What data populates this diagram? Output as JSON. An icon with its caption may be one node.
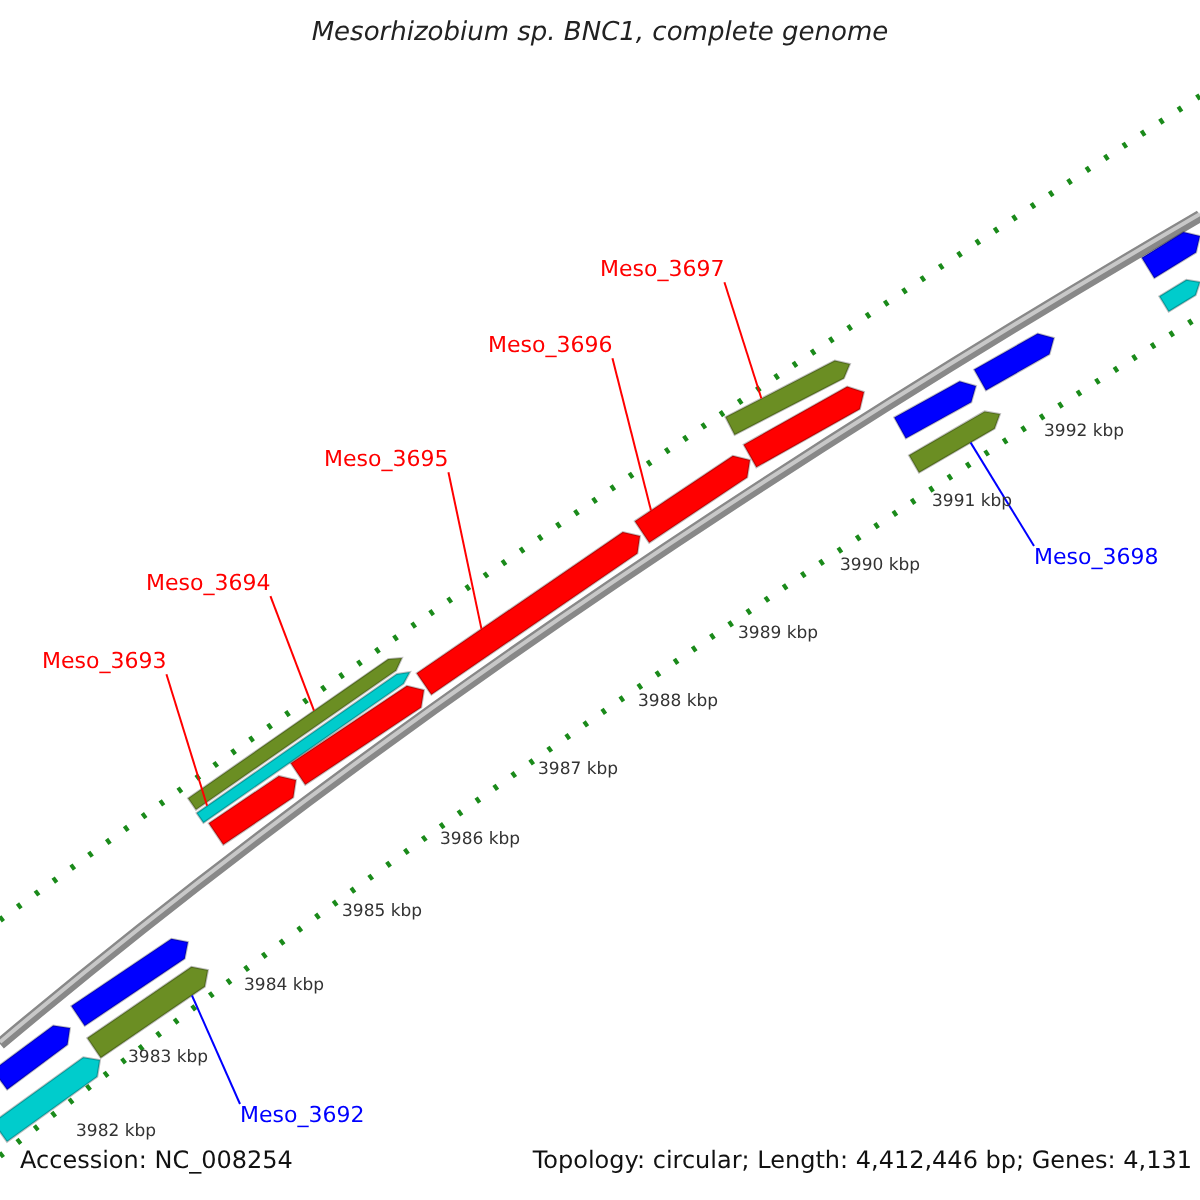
{
  "diagram": {
    "title": "Mesorhizobium sp. BNC1, complete genome",
    "nodes": [
      {
        "text": [
          "Meso_3697"
        ]
      },
      {
        "text": [
          "Meso_3696"
        ]
      },
      {
        "text": [
          "Meso_3695"
        ]
      },
      {
        "text": [
          "Meso_3698"
        ]
      },
      {
        "text": [
          "Meso_3694"
        ]
      },
      {
        "text": [
          "Meso_3693"
        ]
      },
      {
        "text": [
          "Meso_3692"
        ]
      },
      {
        "text": [],
        "shape": "bar"
      },
      {
        "text": [],
        "shape": "bar"
      },
      {
        "text": [],
        "shape": "bar"
      },
      {
        "text": [],
        "shape": "bar"
      },
      {
        "text": [],
        "shape": "bar"
      },
      {
        "text": [],
        "shape": "bar"
      },
      {
        "text": [],
        "shape": "bar"
      },
      {
        "text": [],
        "shape": "bar"
      },
      {
        "text": [],
        "shape": "bar"
      },
      {
        "text": [],
        "shape": "bar"
      },
      {
        "text": [],
        "shape": "bar"
      },
      {
        "text": [],
        "shape": "bar"
      },
      {
        "text": [],
        "shape": "bar"
      },
      {
        "text": [],
        "shape": "bar"
      },
      {
        "text": [],
        "shape": "bar"
      },
      {
        "text": [],
        "shape": "bar"
      },
      {
        "text": [],
        "shape": "bar"
      }
    ],
    "edges": [
      {
        "from": 0,
        "to": 17,
        "arrow": "none"
      },
      {
        "from": 1,
        "to": 16,
        "arrow": "none"
      },
      {
        "from": 2,
        "to": 15,
        "arrow": "none"
      },
      {
        "from": 3,
        "to": 20,
        "arrow": "none",
        "color": "#0000ff"
      },
      {
        "from": 4,
        "to": 11,
        "arrow": "none"
      },
      {
        "from": 5,
        "to": 12,
        "arrow": "none"
      },
      {
        "from": 6,
        "to": 10,
        "arrow": "none",
        "color": "#0000ff"
      }
    ],
    "labels": [
      "3992 kbp",
      "3991 kbp",
      "3990 kbp",
      "3989 kbp",
      "3988 kbp",
      "3987 kbp",
      "3986 kbp",
      "3985 kbp",
      "3984 kbp",
      "3983 kbp",
      "3982 kbp",
      "Accession: NC_008254",
      "Topology: circular; Length: 4,412,446 bp; Genes: 4,131"
    ]
  }
}
